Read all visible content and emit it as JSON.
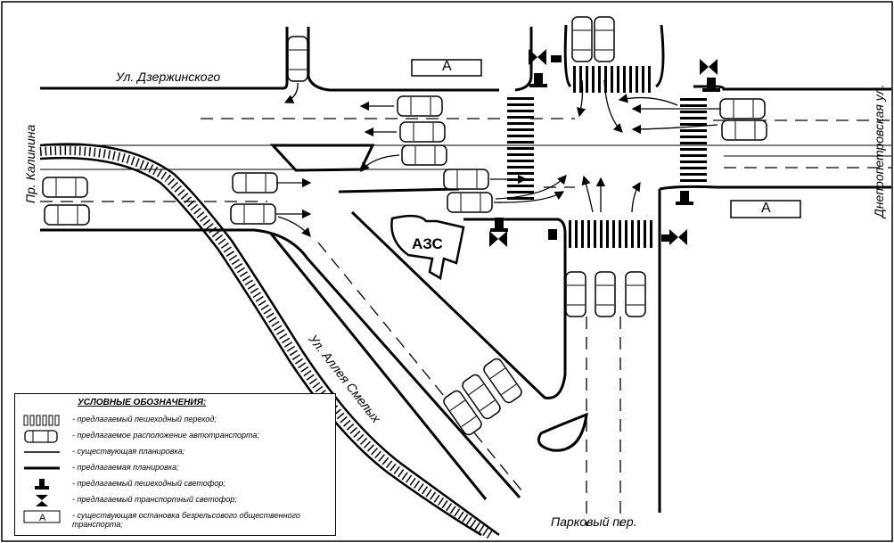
{
  "streets": {
    "dzerzhinskogo": "Ул. Дзержинского",
    "kalinina": "Пр. Калинина",
    "dnepropetrovskaya": "Днепропетровская ул.",
    "alleya_smelykh": "Ул. Аллея Смелых",
    "parkovy": "Парковый пер."
  },
  "azs_label": "АЗС",
  "bus_stop_label": "А",
  "legend": {
    "title": "УСЛОВНЫЕ ОБОЗНАЧЕНИЯ:",
    "items": [
      {
        "icon": "crosswalk-icon",
        "text": "- предлагаемый пешеходный переход;"
      },
      {
        "icon": "car-icon",
        "text": "- предлагаемое расположение автотранспорта;"
      },
      {
        "icon": "thin-line-icon",
        "text": "- существующая планировка;"
      },
      {
        "icon": "thick-line-icon",
        "text": "- предлагаемая планировка;"
      },
      {
        "icon": "pedestrian-light-icon",
        "text": "- предлагаемый пешеходный светофор;"
      },
      {
        "icon": "traffic-light-icon",
        "text": "- предлагаемый транспортный светофор;"
      },
      {
        "icon": "bus-stop-icon",
        "text": "- существующая остановка безрельсового общественного",
        "text2": "транспорта;"
      }
    ]
  }
}
